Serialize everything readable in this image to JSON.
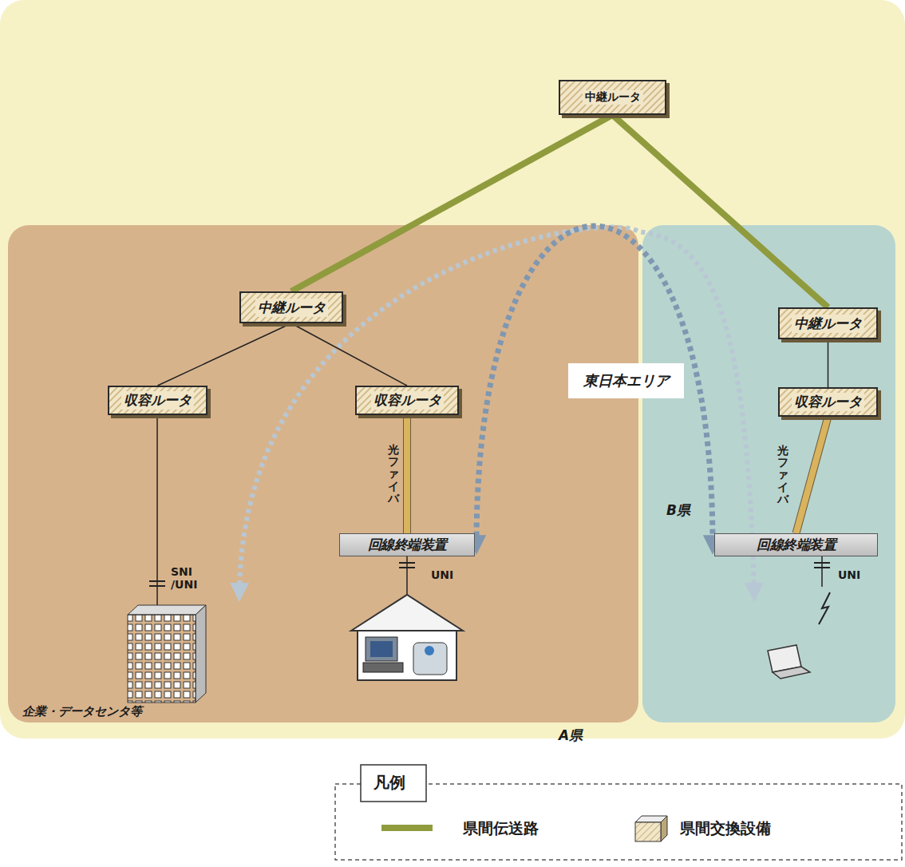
{
  "diagram": {
    "nodes": [
      {
        "text": [
          "中継ルータ"
        ]
      },
      {
        "text": [
          "A県"
        ]
      },
      {
        "text": [
          "中継ルータ"
        ],
        "in": 1
      },
      {
        "text": [
          "収容ルータ"
        ],
        "in": 1
      },
      {
        "text": [
          "収容ルータ"
        ],
        "in": 1
      },
      {
        "text": [
          "回線終端装置"
        ],
        "in": 1
      },
      {
        "text": [
          "B県"
        ]
      },
      {
        "text": [
          "中継ルータ"
        ],
        "in": 6
      },
      {
        "text": [
          "収容ルータ"
        ],
        "in": 6
      },
      {
        "text": [
          "回線終端装置"
        ],
        "in": 6
      },
      {
        "text": [
          "東日本エリア"
        ]
      }
    ],
    "edges": [
      {
        "from": 0,
        "to": 2,
        "arrow": "none"
      },
      {
        "from": 0,
        "to": 7,
        "arrow": "none"
      },
      {
        "from": 2,
        "to": 3,
        "arrow": "none"
      },
      {
        "from": 2,
        "to": 4,
        "arrow": "none"
      },
      {
        "from": 4,
        "to": 5,
        "label": "光ファイバ",
        "arrow": "none"
      },
      {
        "from": 7,
        "to": 8,
        "arrow": "none"
      },
      {
        "from": 8,
        "to": 9,
        "label": "光ファイバ",
        "arrow": "none"
      },
      {
        "from": 5,
        "to": 9,
        "arrow": "both"
      }
    ],
    "labels": [
      "SNI /UNI",
      "UNI",
      "UNI",
      "企業・データセンタ等",
      "凡例"
    ],
    "legend": [
      {
        "text": "県間伝送路",
        "color": "#8f9b3d"
      },
      {
        "text": "県間交換設備"
      }
    ]
  }
}
